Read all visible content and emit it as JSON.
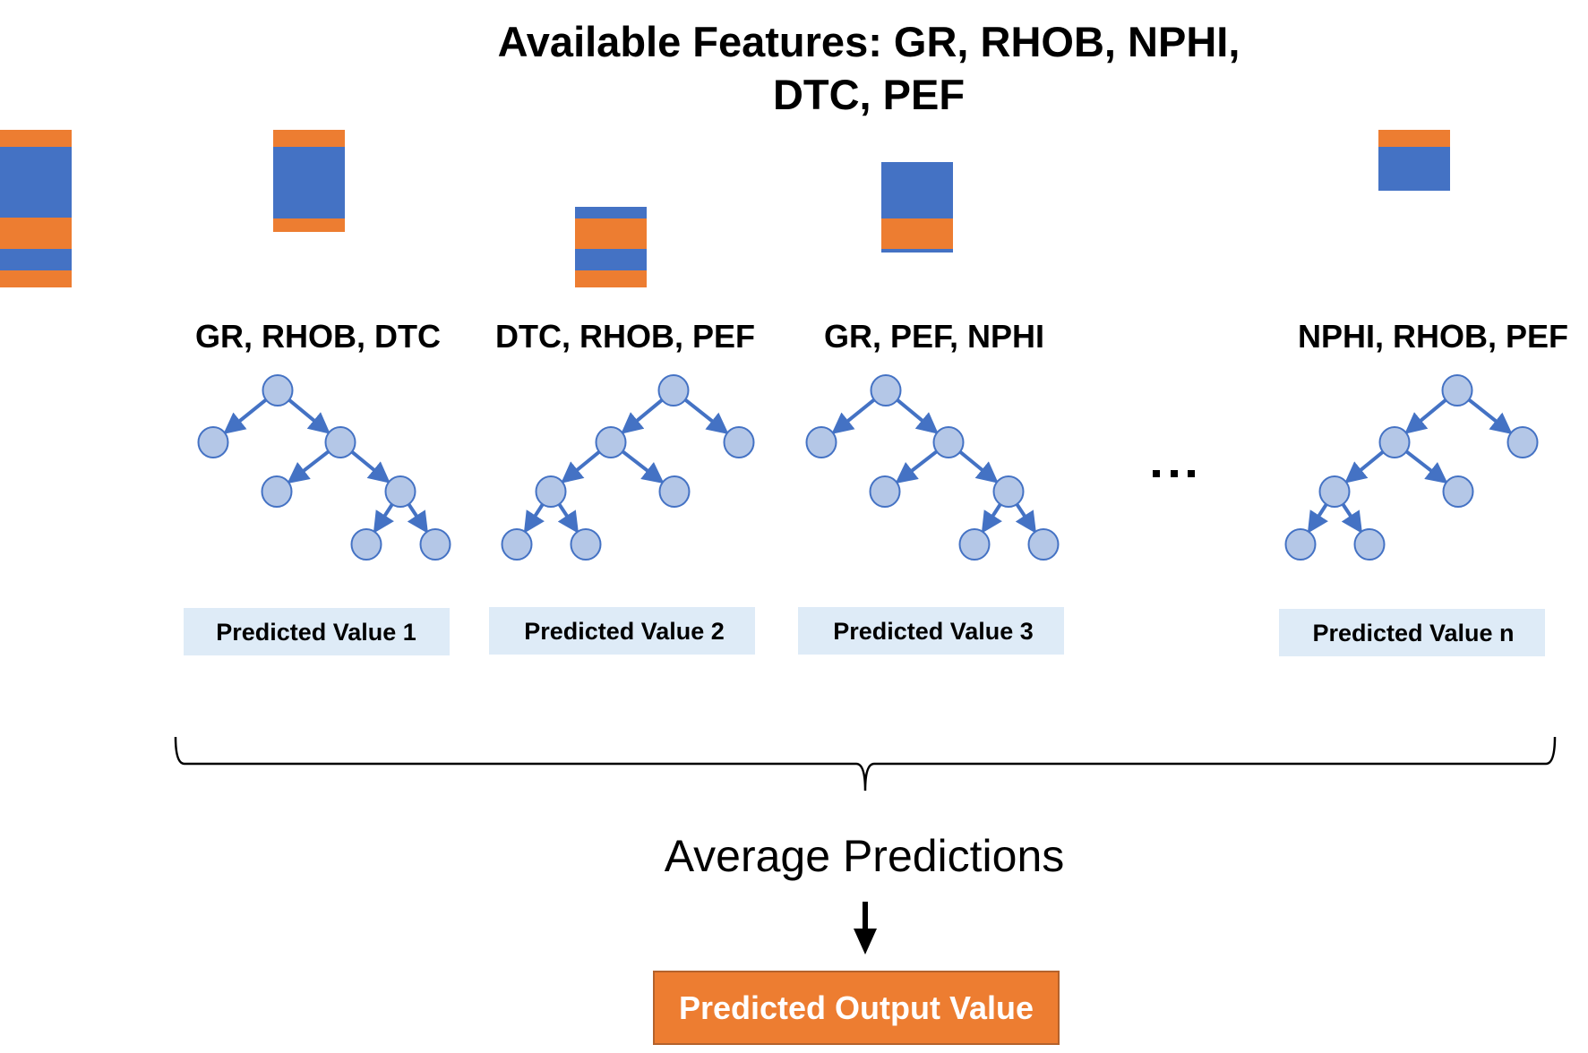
{
  "title": {
    "line1": "Available Features: GR, RHOB, NPHI,",
    "line2": "DTC, PEF"
  },
  "colors": {
    "orange": "#ED7D31",
    "blue": "#4472C4",
    "node_fill": "#B4C7E7",
    "node_stroke": "#4472C4",
    "pred_box_fill": "#DEEBF7",
    "output_border": "#B4622C",
    "text": "#000000"
  },
  "sample_bars": [
    {
      "segments": [
        "orange",
        "blue",
        "orange",
        "blue",
        "orange"
      ]
    },
    {
      "segments": [
        "orange",
        "blue",
        "orange"
      ]
    },
    {
      "segments": [
        "blue",
        "orange",
        "blue",
        "orange"
      ]
    },
    {
      "segments": [
        "blue",
        "orange",
        "blue"
      ]
    },
    {
      "segments": [
        "orange",
        "blue"
      ]
    }
  ],
  "trees": [
    {
      "features": "GR, RHOB, DTC",
      "prediction": "Predicted Value 1",
      "shape": "right-deep"
    },
    {
      "features": "DTC, RHOB, PEF",
      "prediction": "Predicted Value 2",
      "shape": "left-deep"
    },
    {
      "features": "GR, PEF, NPHI",
      "prediction": "Predicted Value 3",
      "shape": "right-deep"
    },
    {
      "features": "NPHI, RHOB, PEF",
      "prediction": "Predicted Value n",
      "shape": "left-deep"
    }
  ],
  "ellipsis": "...",
  "aggregation": {
    "label": "Average Predictions",
    "output": "Predicted Output Value"
  }
}
